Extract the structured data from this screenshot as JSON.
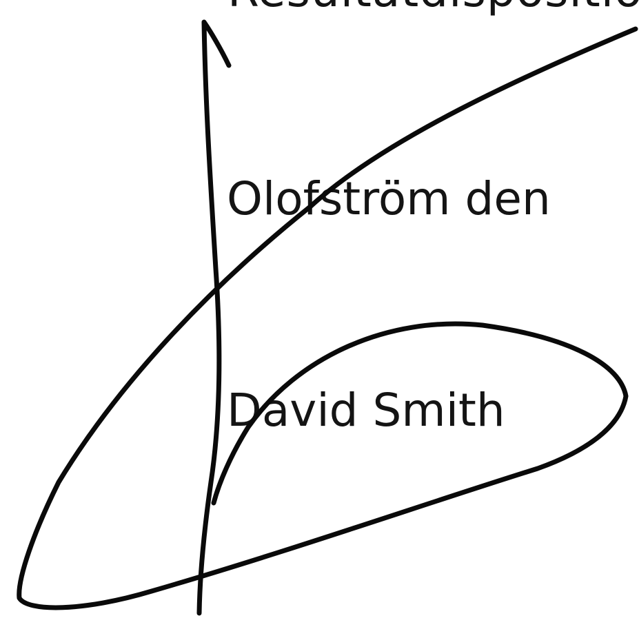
{
  "document": {
    "heading_fragment": "Resultatdispositio",
    "place_date_label": "Olofström den",
    "signatory_name": "David Smith"
  },
  "colors": {
    "text": "#141414",
    "ink": "#0a0a0a",
    "background": "#ffffff"
  },
  "signature": {
    "type": "handwritten-signature"
  }
}
